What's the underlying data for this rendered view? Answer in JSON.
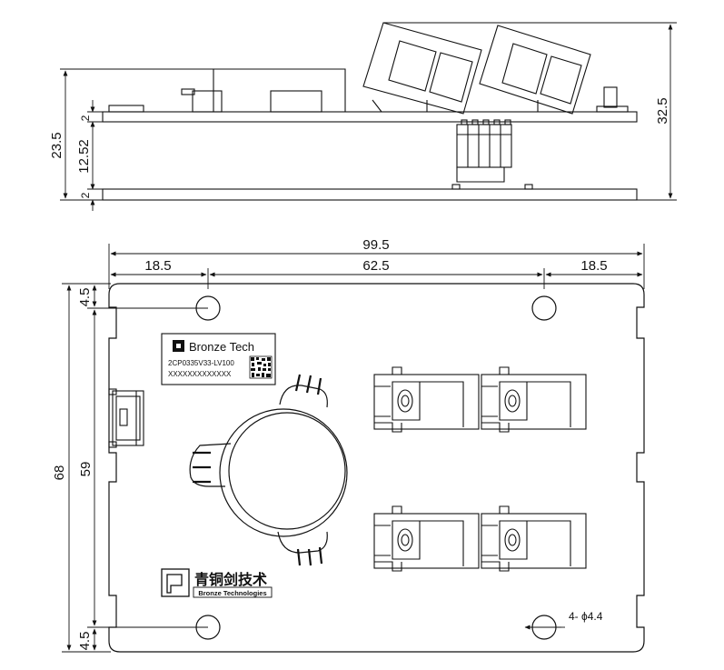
{
  "side_view": {
    "dims": {
      "total_height": "32.5",
      "upper_stack": "23.5",
      "board_thickness_top": "2",
      "spacer_gap": "12.52",
      "board_thickness_bottom": "2"
    }
  },
  "top_view": {
    "dims": {
      "overall_width": "99.5",
      "edge_left": "18.5",
      "hole_span": "62.5",
      "edge_right": "18.5",
      "overall_height": "68",
      "hole_vertical_span": "59",
      "hole_offset_top": "4.5",
      "hole_offset_bottom": "4.5",
      "hole_callout": "4- ϕ4.4"
    },
    "label": {
      "brand": "Bronze Tech",
      "part_number": "2CP0335V33-LV100",
      "serial": "XXXXXXXXXXXXX"
    },
    "logo": {
      "chinese_name": "青铜剑技术",
      "english_name": "Bronze Technologies"
    }
  },
  "colors": {
    "line": "#111111",
    "background": "#ffffff"
  }
}
